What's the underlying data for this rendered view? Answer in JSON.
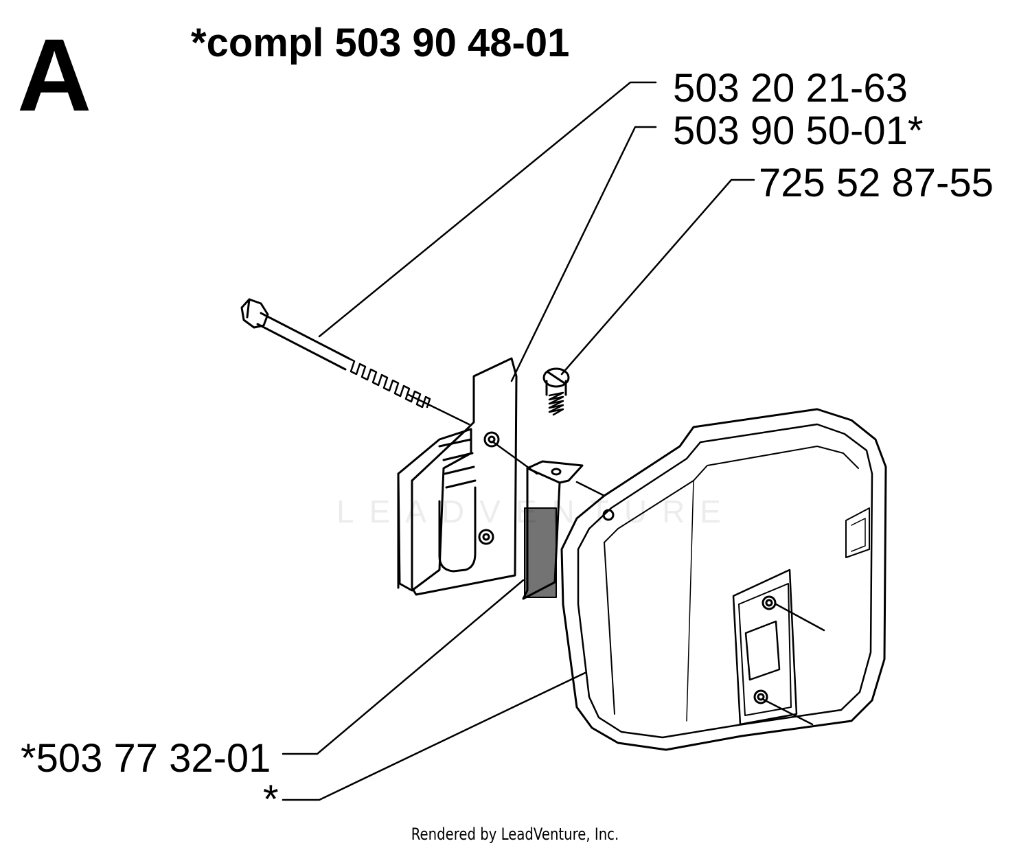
{
  "section_letter": "A",
  "assembly_label": "*compl 503 90 48-01",
  "callouts": [
    {
      "id": "bolt",
      "part_number": "503 20 21-63"
    },
    {
      "id": "guard",
      "part_number": "503 90 50-01*"
    },
    {
      "id": "screw",
      "part_number": "725 52 87-55"
    },
    {
      "id": "spark-screen",
      "part_number": "*503 77 32-01"
    },
    {
      "id": "muffler",
      "part_number": "*"
    }
  ],
  "watermark": "LEADVENTURE",
  "footer": "Rendered by LeadVenture, Inc."
}
